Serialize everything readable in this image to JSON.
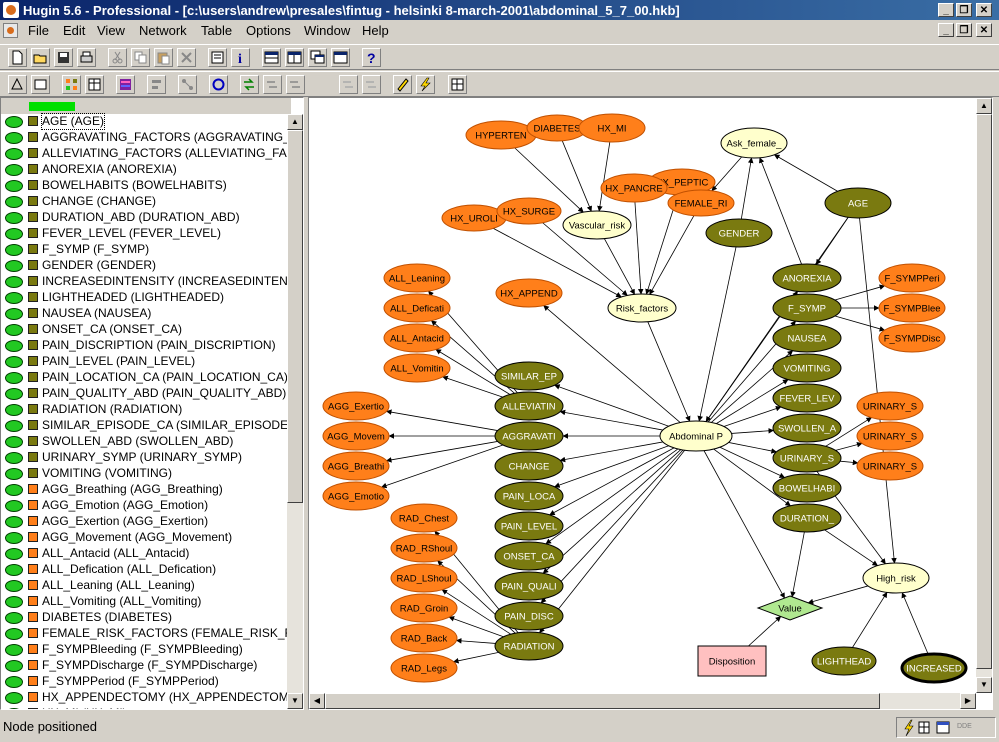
{
  "window": {
    "title": "Hugin 5.6 - Professional - [c:\\users\\andrew\\presales\\fintug - helsinki 8-march-2001\\abdominal_5_7_00.hkb]",
    "controls": [
      "_",
      "❐",
      "✕"
    ]
  },
  "menu": [
    "File",
    "Edit",
    "View",
    "Network",
    "Table",
    "Options",
    "Window",
    "Help"
  ],
  "toolbar1": [
    "new-icon",
    "open-icon",
    "save-icon",
    "print-icon",
    "cut-icon",
    "copy-icon",
    "paste-icon",
    "delete-icon",
    "properties-icon",
    "info-icon",
    "layout-horizontal-icon",
    "layout-vertical-icon",
    "layout-cascade-icon",
    "layout-grid-icon",
    "help-icon"
  ],
  "toolbar2": [
    "compile-icon",
    "print-network-icon",
    "node-list-icon",
    "table-icon",
    "monitor-icon",
    "align-icon",
    "layout-auto-icon",
    "propagate-icon",
    "sum-propagate-icon",
    "max-propagate-icon",
    "max-normal-icon",
    "em-learn-icon",
    "adapt-icon",
    "pencil-icon",
    "lightning-icon",
    "grid-icon"
  ],
  "colors": {
    "chance": "#ff7f1a",
    "discrete": "#7a7a10",
    "utility": "#b0e890",
    "decision": "#ffc0c0",
    "calc": "#ffffcc",
    "accent": "#0a246a"
  },
  "node_list": [
    {
      "label": "AGE (AGE)",
      "kind": "olive"
    },
    {
      "label": "AGGRAVATING_FACTORS (AGGRAVATING_FA",
      "kind": "olive"
    },
    {
      "label": "ALLEVIATING_FACTORS (ALLEVIATING_FAC",
      "kind": "olive"
    },
    {
      "label": "ANOREXIA (ANOREXIA)",
      "kind": "olive"
    },
    {
      "label": "BOWELHABITS (BOWELHABITS)",
      "kind": "olive"
    },
    {
      "label": "CHANGE (CHANGE)",
      "kind": "olive"
    },
    {
      "label": "DURATION_ABD (DURATION_ABD)",
      "kind": "olive"
    },
    {
      "label": "FEVER_LEVEL (FEVER_LEVEL)",
      "kind": "olive"
    },
    {
      "label": "F_SYMP (F_SYMP)",
      "kind": "olive"
    },
    {
      "label": "GENDER (GENDER)",
      "kind": "olive"
    },
    {
      "label": "INCREASEDINTENSITY (INCREASEDINTENSIT",
      "kind": "olive"
    },
    {
      "label": "LIGHTHEADED (LIGHTHEADED)",
      "kind": "olive"
    },
    {
      "label": "NAUSEA (NAUSEA)",
      "kind": "olive"
    },
    {
      "label": "ONSET_CA (ONSET_CA)",
      "kind": "olive"
    },
    {
      "label": "PAIN_DISCRIPTION (PAIN_DISCRIPTION)",
      "kind": "olive"
    },
    {
      "label": "PAIN_LEVEL (PAIN_LEVEL)",
      "kind": "olive"
    },
    {
      "label": "PAIN_LOCATION_CA (PAIN_LOCATION_CA)",
      "kind": "olive"
    },
    {
      "label": "PAIN_QUALITY_ABD (PAIN_QUALITY_ABD)",
      "kind": "olive"
    },
    {
      "label": "RADIATION (RADIATION)",
      "kind": "olive"
    },
    {
      "label": "SIMILAR_EPISODE_CA (SIMILAR_EPISODE_",
      "kind": "olive"
    },
    {
      "label": "SWOLLEN_ABD (SWOLLEN_ABD)",
      "kind": "olive"
    },
    {
      "label": "URINARY_SYMP (URINARY_SYMP)",
      "kind": "olive"
    },
    {
      "label": "VOMITING (VOMITING)",
      "kind": "olive"
    },
    {
      "label": "AGG_Breathing (AGG_Breathing)",
      "kind": "orange"
    },
    {
      "label": "AGG_Emotion (AGG_Emotion)",
      "kind": "orange"
    },
    {
      "label": "AGG_Exertion (AGG_Exertion)",
      "kind": "orange"
    },
    {
      "label": "AGG_Movement (AGG_Movement)",
      "kind": "orange"
    },
    {
      "label": "ALL_Antacid (ALL_Antacid)",
      "kind": "orange"
    },
    {
      "label": "ALL_Defication (ALL_Defication)",
      "kind": "orange"
    },
    {
      "label": "ALL_Leaning (ALL_Leaning)",
      "kind": "orange"
    },
    {
      "label": "ALL_Vomiting (ALL_Vomiting)",
      "kind": "orange"
    },
    {
      "label": "DIABETES (DIABETES)",
      "kind": "orange"
    },
    {
      "label": "FEMALE_RISK_FACTORS (FEMALE_RISK_FA",
      "kind": "orange"
    },
    {
      "label": "F_SYMPBleeding (F_SYMPBleeding)",
      "kind": "orange"
    },
    {
      "label": "F_SYMPDischarge (F_SYMPDischarge)",
      "kind": "orange"
    },
    {
      "label": "F_SYMPPeriod (F_SYMPPeriod)",
      "kind": "orange"
    },
    {
      "label": "HX_APPENDECTOMY (HX_APPENDECTOMY",
      "kind": "orange"
    },
    {
      "label": "HX_MI (HX_MI)",
      "kind": "orange"
    }
  ],
  "network": {
    "nodes": [
      {
        "id": "hyperten",
        "label": "HYPERTEN",
        "type": "orange"
      },
      {
        "id": "diabetes",
        "label": "DIABETES",
        "type": "orange"
      },
      {
        "id": "hxmi",
        "label": "HX_MI",
        "type": "orange"
      },
      {
        "id": "hxpeptic",
        "label": "HX_PEPTIC",
        "type": "orange"
      },
      {
        "id": "hxpancre",
        "label": "HX_PANCRE",
        "type": "orange"
      },
      {
        "id": "femaleri",
        "label": "FEMALE_RI",
        "type": "orange"
      },
      {
        "id": "hxuroli",
        "label": "HX_UROLI",
        "type": "orange"
      },
      {
        "id": "hxsurge",
        "label": "HX_SURGE",
        "type": "orange"
      },
      {
        "id": "vascular",
        "label": "Vascular_risk",
        "type": "yellow"
      },
      {
        "id": "askfemale",
        "label": "Ask_female_",
        "type": "yellow"
      },
      {
        "id": "age",
        "label": "AGE",
        "type": "olive"
      },
      {
        "id": "gender",
        "label": "GENDER",
        "type": "olive"
      },
      {
        "id": "riskfactors",
        "label": "Risk_factors",
        "type": "yellow"
      },
      {
        "id": "hxappend",
        "label": "HX_APPEND",
        "type": "orange"
      },
      {
        "id": "allleaning",
        "label": "ALL_Leaning",
        "type": "orange"
      },
      {
        "id": "alldefic",
        "label": "ALL_Deficati",
        "type": "orange"
      },
      {
        "id": "allantacid",
        "label": "ALL_Antacid",
        "type": "orange"
      },
      {
        "id": "allvomitin",
        "label": "ALL_Vomitin",
        "type": "orange"
      },
      {
        "id": "anorexia",
        "label": "ANOREXIA",
        "type": "olive"
      },
      {
        "id": "fsymp",
        "label": "F_SYMP",
        "type": "olive"
      },
      {
        "id": "nausea",
        "label": "NAUSEA",
        "type": "olive"
      },
      {
        "id": "vomiting",
        "label": "VOMITING",
        "type": "olive"
      },
      {
        "id": "feverlev",
        "label": "FEVER_LEV",
        "type": "olive"
      },
      {
        "id": "swollen",
        "label": "SWOLLEN_A",
        "type": "olive"
      },
      {
        "id": "urinary",
        "label": "URINARY_S",
        "type": "olive"
      },
      {
        "id": "bowelhab",
        "label": "BOWELHABI",
        "type": "olive"
      },
      {
        "id": "duration",
        "label": "DURATION_",
        "type": "olive"
      },
      {
        "id": "fsympperi",
        "label": "F_SYMPPeri",
        "type": "orange"
      },
      {
        "id": "fsympblee",
        "label": "F_SYMPBlee",
        "type": "orange"
      },
      {
        "id": "fsympdisc",
        "label": "F_SYMPDisc",
        "type": "orange"
      },
      {
        "id": "urin1",
        "label": "URINARY_S",
        "type": "orange"
      },
      {
        "id": "urin2",
        "label": "URINARY_S",
        "type": "orange"
      },
      {
        "id": "urin3",
        "label": "URINARY_S",
        "type": "orange"
      },
      {
        "id": "similar",
        "label": "SIMILAR_EP",
        "type": "olive"
      },
      {
        "id": "alleviatin",
        "label": "ALLEVIATIN",
        "type": "olive"
      },
      {
        "id": "aggravati",
        "label": "AGGRAVATI",
        "type": "olive"
      },
      {
        "id": "change",
        "label": "CHANGE",
        "type": "olive"
      },
      {
        "id": "painloca",
        "label": "PAIN_LOCA",
        "type": "olive"
      },
      {
        "id": "painlevel",
        "label": "PAIN_LEVEL",
        "type": "olive"
      },
      {
        "id": "onsetca",
        "label": "ONSET_CA",
        "type": "olive"
      },
      {
        "id": "painquali",
        "label": "PAIN_QUALI",
        "type": "olive"
      },
      {
        "id": "paindisc",
        "label": "PAIN_DISC",
        "type": "olive"
      },
      {
        "id": "radiation",
        "label": "RADIATION",
        "type": "olive"
      },
      {
        "id": "aggexertio",
        "label": "AGG_Exertio",
        "type": "orange"
      },
      {
        "id": "aggmovem",
        "label": "AGG_Movem",
        "type": "orange"
      },
      {
        "id": "aggbreathi",
        "label": "AGG_Breathi",
        "type": "orange"
      },
      {
        "id": "aggemotio",
        "label": "AGG_Emotio",
        "type": "orange"
      },
      {
        "id": "radchest",
        "label": "RAD_Chest",
        "type": "orange"
      },
      {
        "id": "radrshoul",
        "label": "RAD_RShoul",
        "type": "orange"
      },
      {
        "id": "radlshoul",
        "label": "RAD_LShoul",
        "type": "orange"
      },
      {
        "id": "radgroin",
        "label": "RAD_Groin",
        "type": "orange"
      },
      {
        "id": "radback",
        "label": "RAD_Back",
        "type": "orange"
      },
      {
        "id": "radlegs",
        "label": "RAD_Legs",
        "type": "orange"
      },
      {
        "id": "abdominal",
        "label": "Abdominal P",
        "type": "yellow"
      },
      {
        "id": "highrisk",
        "label": "High_risk",
        "type": "yellow"
      },
      {
        "id": "value",
        "label": "Value",
        "type": "utility"
      },
      {
        "id": "disposition",
        "label": "Disposition",
        "type": "decision"
      },
      {
        "id": "lighthead",
        "label": "LIGHTHEAD",
        "type": "olive"
      },
      {
        "id": "increased",
        "label": "INCREASED",
        "type": "olive-sel"
      }
    ]
  },
  "status": {
    "text": "Node positioned",
    "indicators": [
      "lightning-icon",
      "grid-icon",
      "table-icon",
      "DDE"
    ]
  }
}
